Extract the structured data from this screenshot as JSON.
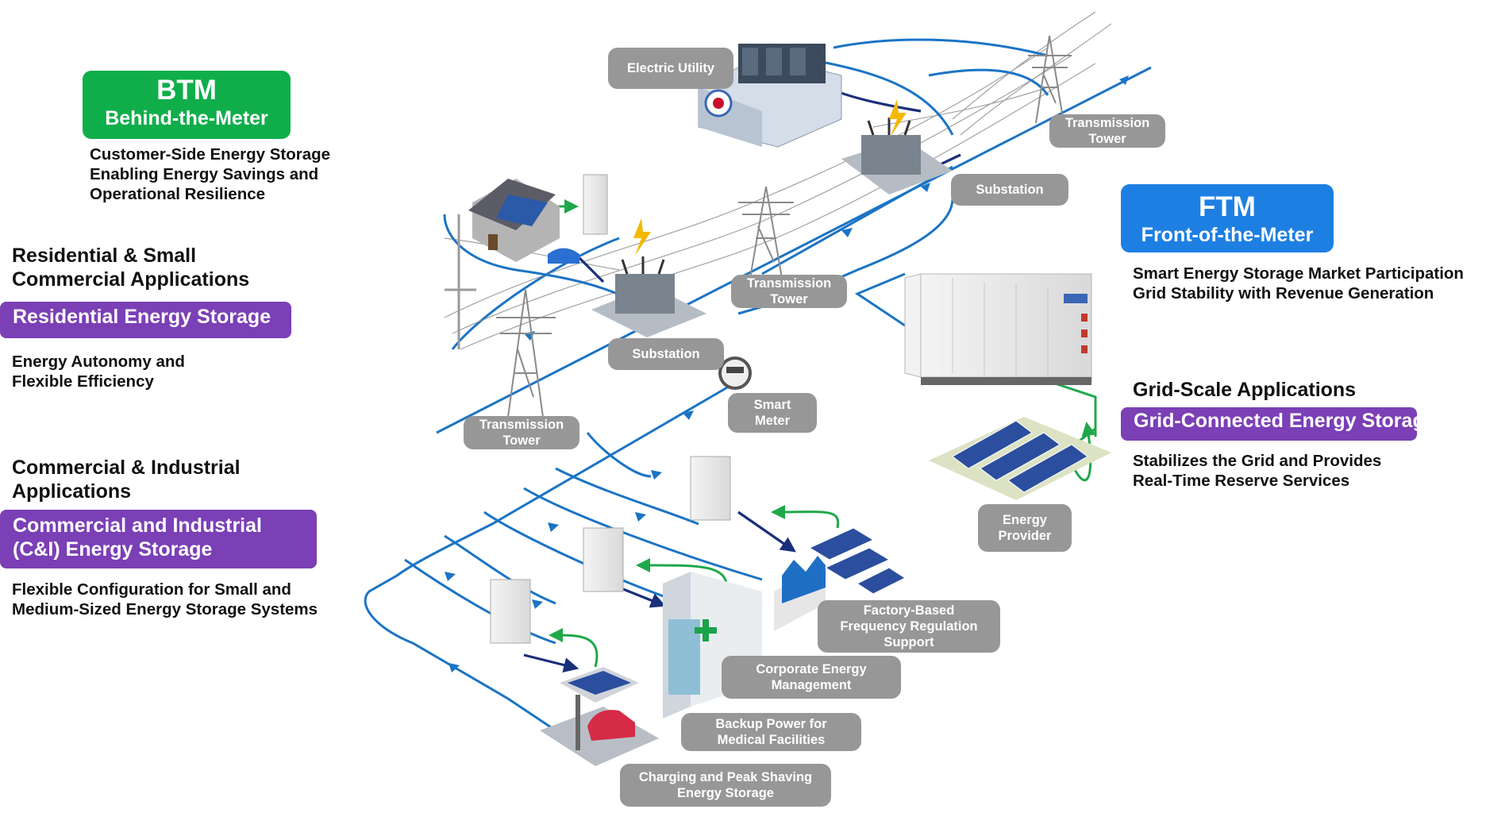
{
  "btm": {
    "title": "BTM",
    "subtitle": "Behind-the-Meter",
    "lines": [
      "Customer-Side Energy Storage",
      "Enabling Energy Savings and",
      "Operational Resilience"
    ]
  },
  "ftm": {
    "title": "FTM",
    "subtitle": "Front-of-the-Meter",
    "lines": [
      "Smart Energy Storage Market Participation",
      "Grid Stability with Revenue Generation"
    ]
  },
  "residential": {
    "heading": [
      "Residential & Small",
      "Commercial Applications"
    ],
    "bar": "Residential Energy Storage",
    "lines": [
      "Energy Autonomy and",
      "Flexible Efficiency"
    ]
  },
  "ci": {
    "heading": [
      "Commercial & Industrial",
      "Applications"
    ],
    "bar": [
      "Commercial and Industrial",
      "(C&I) Energy Storage"
    ],
    "lines": [
      "Flexible Configuration for Small and",
      "Medium-Sized Energy Storage Systems"
    ]
  },
  "grid": {
    "heading": "Grid-Scale Applications",
    "bar": "Grid-Connected Energy Storage",
    "lines": [
      "Stabilizes the Grid and Provides",
      "Real-Time Reserve Services"
    ]
  },
  "labels": {
    "electric_utility": [
      "Electric Utility"
    ],
    "tower_top": [
      "Transmission",
      "Tower"
    ],
    "substation_top": [
      "Substation"
    ],
    "tower_mid": [
      "Transmission",
      "Tower"
    ],
    "substation_mid": [
      "Substation"
    ],
    "smart_meter": [
      "Smart",
      "Meter"
    ],
    "tower_left": [
      "Transmission",
      "Tower"
    ],
    "energy_provider": [
      "Energy",
      "Provider"
    ],
    "factory": [
      "Factory-Based",
      "Frequency Regulation",
      "Support"
    ],
    "corporate": [
      "Corporate Energy",
      "Management"
    ],
    "backup": [
      "Backup Power for",
      "Medical Facilities"
    ],
    "charging": [
      "Charging and Peak Shaving",
      "Energy Storage"
    ]
  },
  "colors": {
    "btm": "#0fae4b",
    "ftm": "#1e7fe3",
    "purple": "#7b3fb6",
    "label_gray": "#979797",
    "grid_line": "#1b74c4",
    "power_flow": "#1a2f7a",
    "storage_flow": "#1fa84a"
  }
}
